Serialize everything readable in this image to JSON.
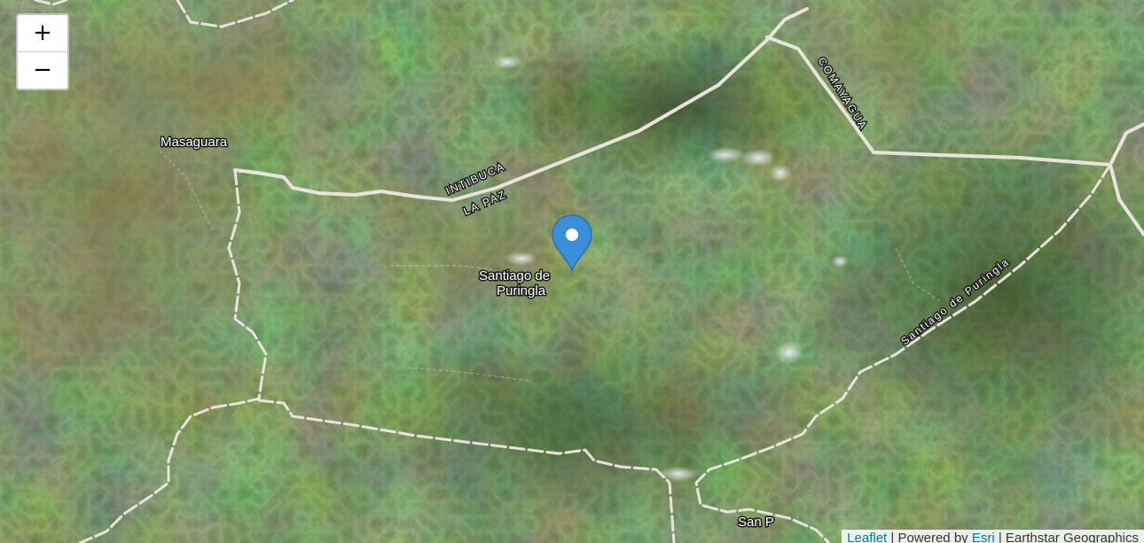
{
  "controls": {
    "zoom_in_label": "+",
    "zoom_out_label": "−"
  },
  "places": {
    "masaguara": "Masaguara",
    "santiago_line1": "Santiago de",
    "santiago_line2": "Puringla",
    "san_partial": "San P"
  },
  "road_labels": {
    "intibuca": "INTIBUCA",
    "la_paz": "LA PAZ",
    "comayagua": "COMAYAGUA",
    "santiago_road": "Santiago de Puringla"
  },
  "attribution": {
    "leaflet": "Leaflet",
    "sep1": " | Powered by ",
    "esri": "Esri",
    "rest": " | Earthstar Geographics"
  },
  "icons": {
    "marker": "map-marker-icon"
  },
  "colors": {
    "marker": "#3b8fd9",
    "road": "#e8e4dc",
    "terrain_dark": "#2d4a26",
    "terrain_mid": "#4f6a3a",
    "terrain_dry": "#7a6a4a"
  }
}
